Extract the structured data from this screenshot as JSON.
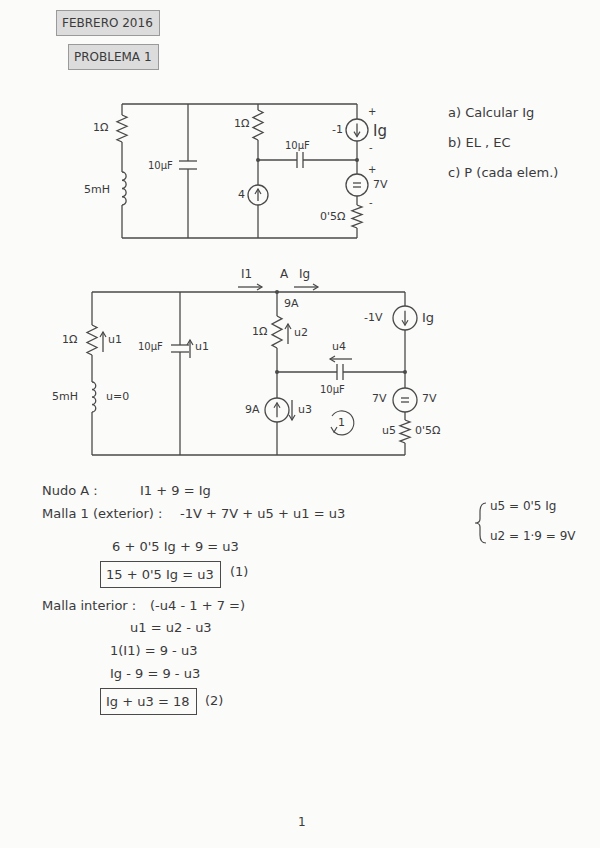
{
  "diagram": {
    "nodes": [
      {
        "text": [
          "FEBRERO 2016"
        ]
      },
      {
        "text": [
          "PROBLEMA 1"
        ]
      },
      {
        "text": [
          "15 + 0'5 Ig = u3"
        ]
      },
      {
        "text": [
          "Ig + u3 = 18"
        ]
      }
    ],
    "labels": [
      "1Ω",
      "5mH",
      "10μF",
      "1Ω",
      "10μF",
      "4",
      "-1",
      "+",
      "Ig",
      "-",
      "7V",
      "+",
      "-",
      "0'5Ω",
      "a) Calcular Ig",
      "b) EL , EC",
      "c) P (cada elem.)",
      "I1",
      "A",
      "Ig",
      "9A",
      "1Ω",
      "u1",
      "5mH",
      "u=0",
      "10μF",
      "u1",
      "1Ω",
      "u2",
      "u4",
      "10μF",
      "-1V",
      "Ig",
      "7V",
      "7V",
      "9A",
      "u3",
      "u5",
      "0'5Ω",
      "1",
      "Nudo A :",
      "I1 + 9 = Ig",
      "Malla 1 (exterior) :",
      "-1V + 7V + u5 + u1 = u3",
      "u5 = 0'5 Ig",
      "u2 = 1·9 = 9V",
      "6 + 0'5 Ig + 9 = u3",
      "(1)",
      "Malla interior :",
      "(-u4 - 1 + 7 =)",
      "u1 = u2 - u3",
      "1(I1) = 9 - u3",
      "Ig - 9 = 9 - u3",
      "(2)",
      "1"
    ]
  }
}
